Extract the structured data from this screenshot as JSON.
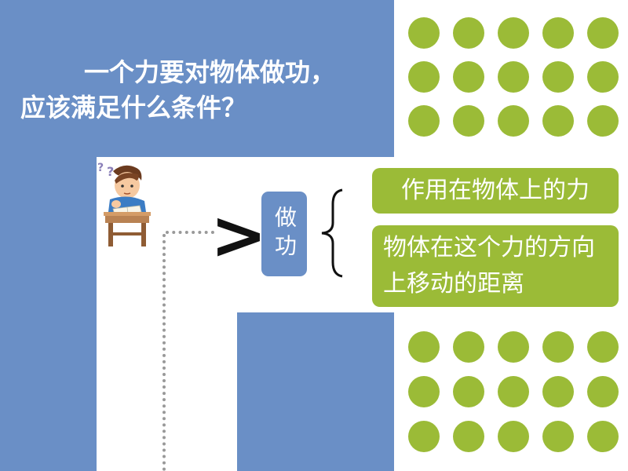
{
  "question": {
    "line1": "一个力要对物体做功，",
    "line2": "应该满足什么条件？"
  },
  "concept": {
    "label": "做功"
  },
  "conditions": [
    {
      "text": "作用在物体上的力"
    },
    {
      "text": "物体在这个力的方向上移动的距离"
    }
  ],
  "colors": {
    "blue": "#6a8fc6",
    "green": "#9bbb37"
  },
  "icons": {
    "student": "student-reading-icon",
    "arrow": "greater-than-arrow-icon",
    "brace": "left-curly-brace-icon"
  }
}
